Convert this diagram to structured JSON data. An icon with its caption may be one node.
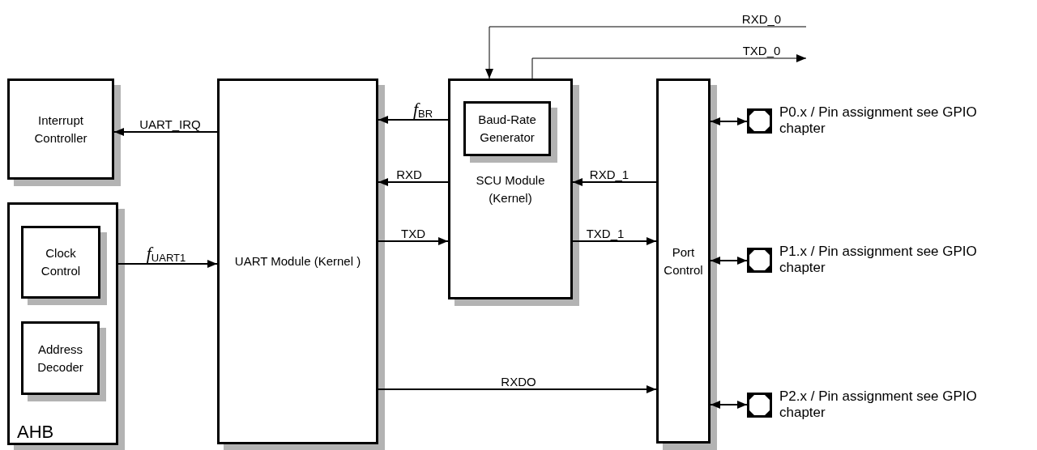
{
  "diagram": {
    "nodes": [
      {
        "text": [
          "Interrupt Controller"
        ]
      },
      {
        "text": [
          "AHB"
        ]
      },
      {
        "text": [
          "Clock Control"
        ],
        "in": 1
      },
      {
        "text": [
          "Address Decoder"
        ],
        "in": 1
      },
      {
        "text": [
          "UART Module (Kernel )"
        ]
      },
      {
        "text": [
          "SCU Module (Kernel)"
        ]
      },
      {
        "text": [
          "Baud-Rate Generator"
        ],
        "in": 5
      },
      {
        "text": [
          "Port Control"
        ]
      },
      {
        "text": [],
        "shape": "box",
        "beside": [
          "P0.x / Pin assignment see GPIO chapter"
        ]
      },
      {
        "text": [],
        "shape": "box",
        "beside": [
          "P1.x / Pin assignment see GPIO chapter"
        ]
      },
      {
        "text": [],
        "shape": "box",
        "beside": [
          "P2.x / Pin assignment see GPIO chapter"
        ]
      }
    ],
    "edges": [
      {
        "from": 4,
        "to": 0,
        "arrow": "to",
        "label": "UART_IRQ"
      },
      {
        "from": 1,
        "to": 4,
        "arrow": "to",
        "label": "*f*$_{UART1}$"
      },
      {
        "from": 5,
        "to": 4,
        "arrow": "to",
        "label": "*f*$_{BR}$"
      },
      {
        "from": 5,
        "to": 4,
        "arrow": "to",
        "label": "RXD"
      },
      {
        "from": 4,
        "to": 5,
        "arrow": "to",
        "label": "TXD"
      },
      {
        "from": 7,
        "to": 5,
        "arrow": "to",
        "label": "RXD_1"
      },
      {
        "from": 5,
        "to": 7,
        "arrow": "to",
        "label": "TXD_1"
      },
      {
        "from": 4,
        "to": 7,
        "arrow": "to",
        "label": "RXDO"
      },
      {
        "from": null,
        "to": 5,
        "arrow": "to",
        "label": "RXD_0"
      },
      {
        "from": 5,
        "to": null,
        "arrow": "to",
        "label": "TXD_0"
      },
      {
        "from": 7,
        "to": 8,
        "arrow": "both"
      },
      {
        "from": 7,
        "to": 9,
        "arrow": "both"
      },
      {
        "from": 7,
        "to": 10,
        "arrow": "both"
      }
    ]
  }
}
